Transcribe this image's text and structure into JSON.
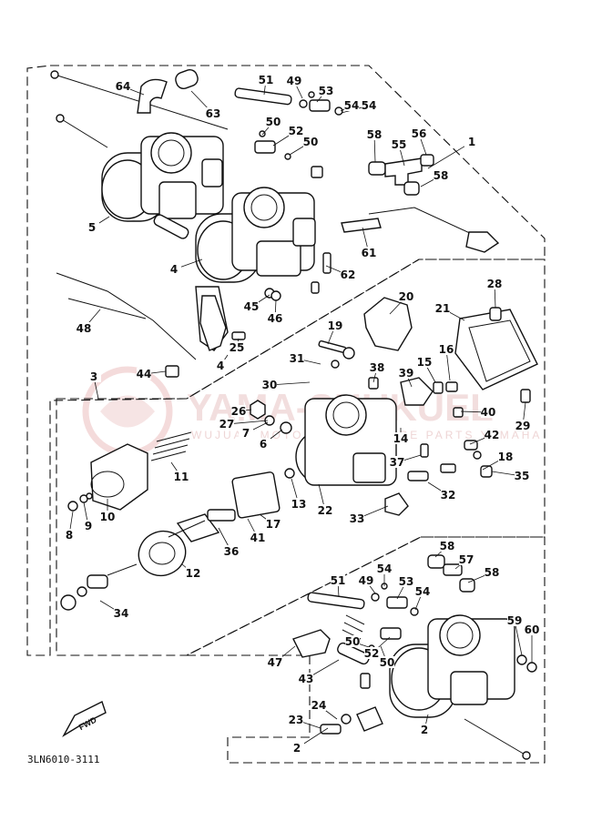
{
  "diagram": {
    "code": "3LN6010-3111",
    "watermark": "YAMA-SHUKUEL",
    "watermark_sub": "WUJUAN MOTORCYCLE SPARE PARTS YAMAHA",
    "fwd_label": "FWD",
    "callouts": [
      "1",
      "2",
      "2",
      "3",
      "4",
      "4",
      "5",
      "6",
      "7",
      "8",
      "9",
      "10",
      "11",
      "12",
      "13",
      "14",
      "15",
      "16",
      "17",
      "18",
      "19",
      "20",
      "21",
      "22",
      "23",
      "24",
      "25",
      "26",
      "27",
      "28",
      "29",
      "30",
      "31",
      "32",
      "33",
      "34",
      "35",
      "36",
      "37",
      "38",
      "39",
      "40",
      "41",
      "42",
      "43",
      "44",
      "45",
      "46",
      "47",
      "48",
      "49",
      "49",
      "50",
      "50",
      "50",
      "50",
      "51",
      "51",
      "52",
      "52",
      "53",
      "53",
      "54",
      "54",
      "54",
      "54",
      "55",
      "56",
      "57",
      "58",
      "58",
      "58",
      "58",
      "59",
      "60",
      "61",
      "62",
      "63",
      "64"
    ]
  }
}
